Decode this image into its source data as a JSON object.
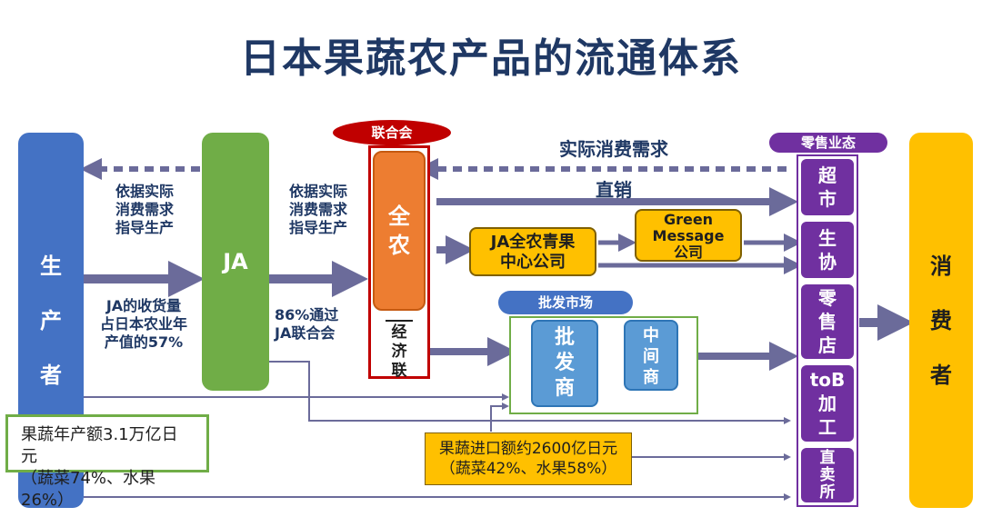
{
  "title": "日本果蔬农产品的流通体系",
  "producer": {
    "chars": [
      "生",
      "产",
      "者"
    ]
  },
  "ja": {
    "label": "JA"
  },
  "federation": {
    "pill": "联合会",
    "zennoh": [
      "全",
      "农"
    ],
    "keizai": [
      "经",
      "济",
      "联"
    ]
  },
  "consumer": {
    "chars": [
      "消",
      "费",
      "者"
    ]
  },
  "labels": {
    "actual_demand": "实际消费需求",
    "direct_sales": "直销",
    "guide_left": [
      "依据实际",
      "消费需求",
      "指导生产"
    ],
    "guide_mid": [
      "依据实际",
      "消费需求",
      "指导生产"
    ],
    "ja_share": [
      "JA的收货量",
      "占日本农业年",
      "产值的57%"
    ],
    "through_ja": [
      "86%通过",
      "JA联合会"
    ]
  },
  "ja_zennoh_company": [
    "JA全农青果",
    "中心公司"
  ],
  "green_message": [
    "Green",
    "Message",
    "公司"
  ],
  "wholesale": {
    "pill": "批发市场",
    "wholesaler": [
      "批",
      "发",
      "商"
    ],
    "intermediary": [
      "中",
      "间",
      "商"
    ]
  },
  "retail": {
    "pill": "零售业态",
    "items": [
      {
        "lines": [
          "超",
          "市"
        ]
      },
      {
        "lines": [
          "生",
          "协"
        ]
      },
      {
        "lines": [
          "零",
          "售",
          "店"
        ]
      },
      {
        "lines": [
          "toB",
          "加",
          "工"
        ]
      },
      {
        "lines": [
          "直",
          "卖",
          "所"
        ]
      }
    ]
  },
  "notes": {
    "output": [
      "果蔬年产额3.1万亿日元",
      "（蔬菜74%、水果26%）"
    ],
    "imports": [
      "果蔬进口额约2600亿日元",
      "（蔬菜42%、水果58%）"
    ]
  },
  "colors": {
    "title": "#1f3864",
    "producer": "#4472c4",
    "ja": "#70ad47",
    "zennoh": "#ed7d31",
    "federation_border": "#c00000",
    "consumer": "#ffc000",
    "retail": "#7030a0",
    "arrow": "#6b6b9a",
    "pill_wholesale": "#4472c4"
  }
}
